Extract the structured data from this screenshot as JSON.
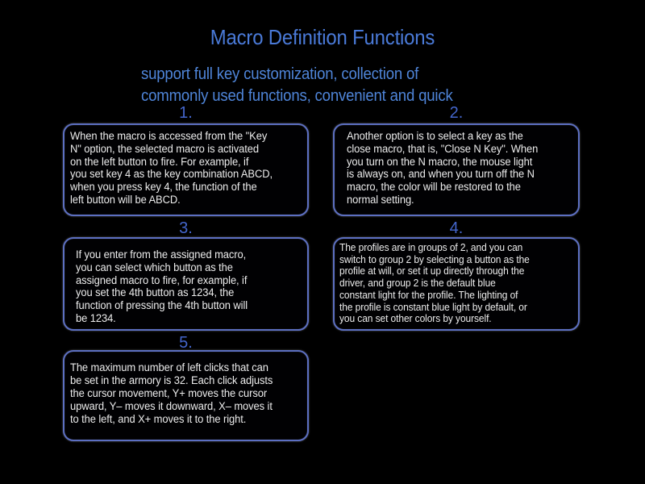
{
  "page": {
    "title": "Macro Definition Functions",
    "subtitle": "support full key customization, collection of\ncommonly used functions, convenient and quick"
  },
  "colors": {
    "background": "#000000",
    "title_blue": "#4a7ad8",
    "subtitle_blue": "#4f85d9",
    "number_blue": "#4466cc",
    "box_border": "#5c6fc2",
    "box_text": "#ececec"
  },
  "boxes": [
    {
      "number": "1.",
      "text": "When the macro is accessed from the \"Key\nN\" option, the selected macro is activated\non the left button to fire. For example, if\nyou set key 4 as the key combination ABCD,\nwhen you press key 4, the function of the\nleft button will be ABCD."
    },
    {
      "number": "2.",
      "text": "Another option is to select a key as the\nclose macro, that is, \"Close N Key\". When\nyou turn on the N macro, the mouse light\nis always on, and when you turn off the N\nmacro, the color will be restored to the\nnormal setting."
    },
    {
      "number": "3.",
      "text": "If you enter from the assigned macro,\nyou can select which button as the\nassigned macro to fire, for example, if\nyou set the 4th button as 1234, the\nfunction of pressing the 4th button will\nbe 1234."
    },
    {
      "number": "4.",
      "text": "The profiles are in groups of 2, and you can\nswitch to group 2 by selecting a button as the\nprofile at will, or set it up directly through the\ndriver, and group 2 is the default blue\nconstant light for the profile. The lighting of\nthe profile is constant blue light by default, or\nyou can set other colors by yourself."
    },
    {
      "number": "5.",
      "text": "The maximum number of left clicks that can\nbe set in the armory is 32. Each click adjusts\nthe cursor movement, Y+ moves the cursor\nupward, Y– moves it downward, X– moves it\nto the left, and X+ moves it to the right."
    }
  ]
}
